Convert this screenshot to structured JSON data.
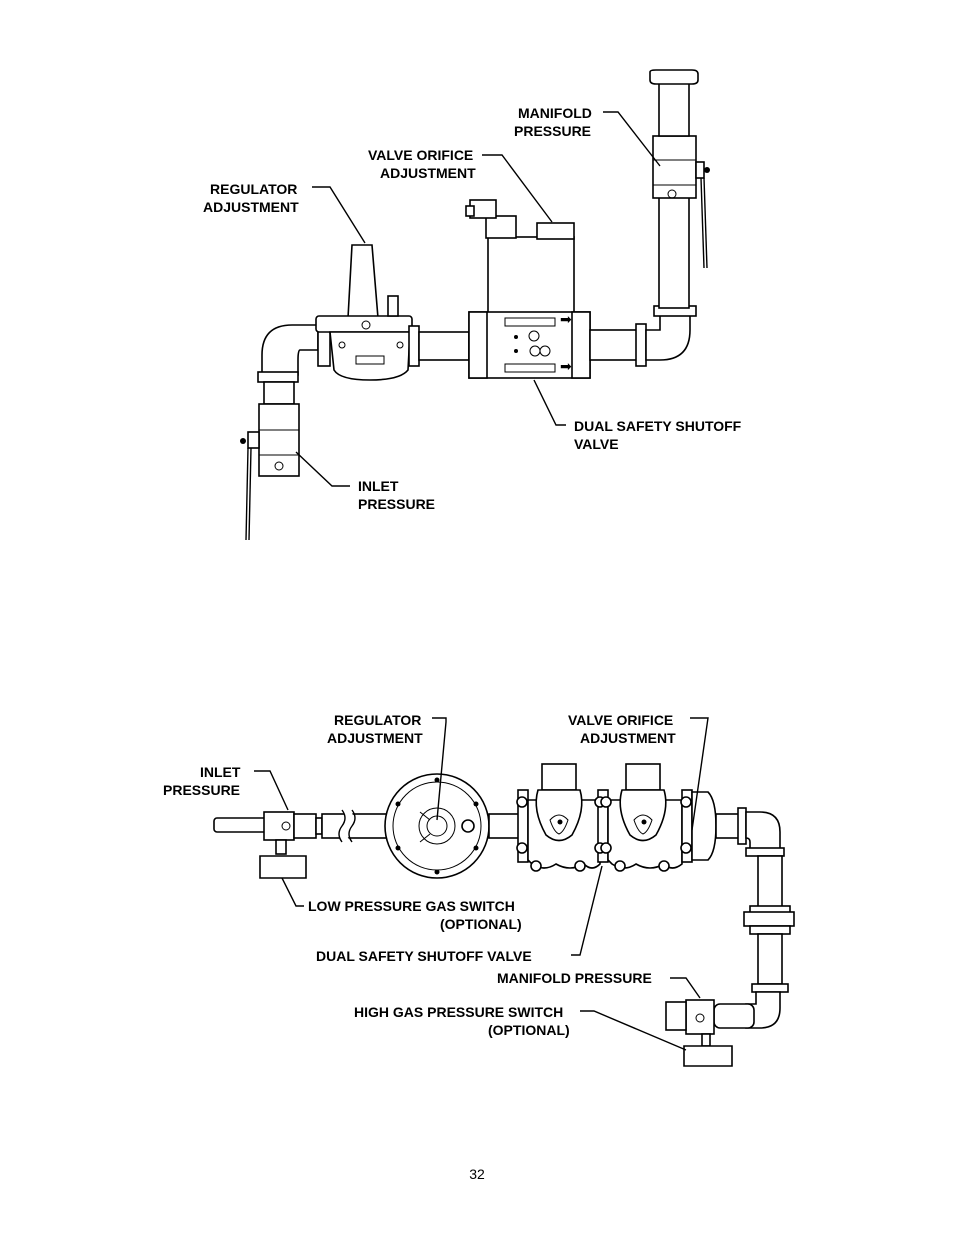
{
  "diagram_top": {
    "labels": {
      "manifold_l1": "MANIFOLD",
      "manifold_l2": "PRESSURE",
      "orifice_l1": "VALVE ORIFICE",
      "orifice_l2": "ADJUSTMENT",
      "regulator_l1": "REGULATOR",
      "regulator_l2": "ADJUSTMENT",
      "dssv_l1": "DUAL SAFETY SHUTOFF",
      "dssv_l2": "VALVE",
      "inlet_l1": "INLET",
      "inlet_l2": "PRESSURE"
    }
  },
  "diagram_bottom": {
    "labels": {
      "regulator_l1": "REGULATOR",
      "regulator_l2": "ADJUSTMENT",
      "orifice_l1": "VALVE ORIFICE",
      "orifice_l2": "ADJUSTMENT",
      "inlet_l1": "INLET",
      "inlet_l2": "PRESSURE",
      "lowsw_l1": "LOW PRESSURE GAS SWITCH",
      "lowsw_l2": "(OPTIONAL)",
      "dssv": "DUAL SAFETY SHUTOFF VALVE",
      "manifold": "MANIFOLD PRESSURE",
      "highsw_l1": "HIGH GAS PRESSURE SWITCH",
      "highsw_l2": "(OPTIONAL)"
    }
  },
  "page_number": "32"
}
